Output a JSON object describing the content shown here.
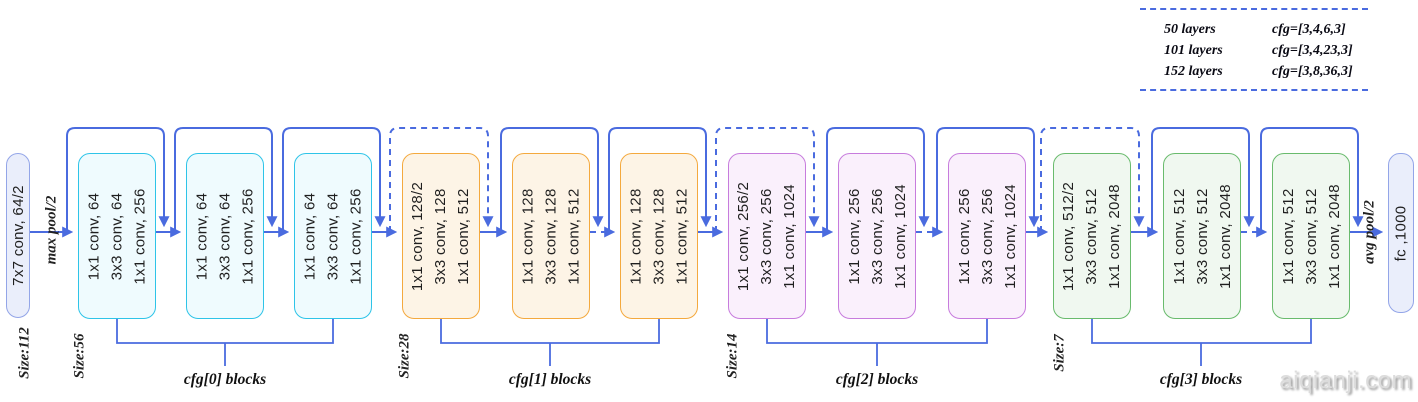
{
  "legend": {
    "rows": [
      {
        "label": "50 layers",
        "value": "cfg=[3,4,6,3]"
      },
      {
        "label": "101 layers",
        "value": "cfg=[3,4,23,3]"
      },
      {
        "label": "152 layers",
        "value": "cfg=[3,8,36,3]"
      }
    ]
  },
  "input": {
    "block_label": "7x7 conv, 64/2",
    "size_label": "Size:112",
    "pool_label": "max pool/2"
  },
  "output": {
    "pool_label": "avg pool/2",
    "block_label": "fc ,1000"
  },
  "stages": [
    {
      "size_label": "Size:56",
      "cfg_label": "cfg[0] blocks",
      "border_color": "#2ec4e8",
      "fill_color": "#effbfe",
      "blocks": [
        {
          "lines": [
            "1x1 conv, 64",
            "3x3 conv, 64",
            "1x1 conv, 256"
          ]
        },
        {
          "lines": [
            "1x1 conv, 64",
            "3x3 conv, 64",
            "1x1 conv, 256"
          ]
        },
        {
          "lines": [
            "1x1 conv, 64",
            "3x3 conv, 64",
            "1x1 conv, 256"
          ]
        }
      ]
    },
    {
      "size_label": "Size:28",
      "cfg_label": "cfg[1] blocks",
      "border_color": "#f4a93e",
      "fill_color": "#fdf4e6",
      "blocks": [
        {
          "lines": [
            "1x1 conv, 128/2",
            "3x3 conv, 128",
            "1x1 conv, 512"
          ]
        },
        {
          "lines": [
            "1x1 conv, 128",
            "3x3 conv, 128",
            "1x1 conv, 512"
          ]
        },
        {
          "lines": [
            "1x1 conv, 128",
            "3x3 conv, 128",
            "1x1 conv, 512"
          ]
        }
      ]
    },
    {
      "size_label": "Size:14",
      "cfg_label": "cfg[2] blocks",
      "border_color": "#c77cdd",
      "fill_color": "#faf0fc",
      "blocks": [
        {
          "lines": [
            "1x1 conv, 256/2",
            "3x3 conv, 256",
            "1x1 conv, 1024"
          ]
        },
        {
          "lines": [
            "1x1 conv, 256",
            "3x3 conv, 256",
            "1x1 conv, 1024"
          ]
        },
        {
          "lines": [
            "1x1 conv, 256",
            "3x3 conv, 256",
            "1x1 conv, 1024"
          ]
        }
      ]
    },
    {
      "size_label": "Size:7",
      "cfg_label": "cfg[3] blocks",
      "border_color": "#69bb6d",
      "fill_color": "#f0f8f0",
      "blocks": [
        {
          "lines": [
            "1x1 conv, 512/2",
            "3x3 conv, 512",
            "1x1 conv, 2048"
          ]
        },
        {
          "lines": [
            "1x1 conv, 512",
            "3x3 conv, 512",
            "1x1 conv, 2048"
          ]
        },
        {
          "lines": [
            "1x1 conv, 512",
            "3x3 conv, 512",
            "1x1 conv, 2048"
          ]
        }
      ]
    }
  ],
  "wire_color": "#4a6bdf",
  "io_border_color": "#93a5e8",
  "io_fill_color": "#eaeefb",
  "watermark": "aiqianji.com"
}
